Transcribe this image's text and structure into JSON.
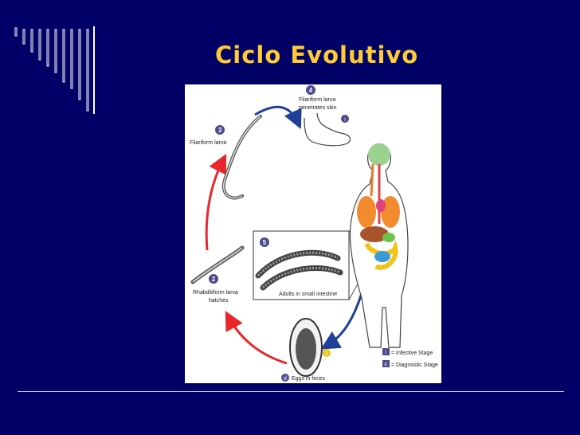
{
  "slide": {
    "title": "Ciclo Evolutivo"
  },
  "diagram": {
    "step4_number": "4",
    "step4_caption_1": "Filariform larva",
    "step4_caption_2": "penetrates skin",
    "step3_number": "3",
    "step3_caption": "Filariform larva",
    "step2_number": "2",
    "step2_caption_1": "Rhabditiform larva",
    "step2_caption_2": "hatches",
    "step1_number": "1",
    "step5_number": "5",
    "inset_caption": "Adults in small intestine",
    "eggs_number": "d",
    "eggs_caption": "Eggs in feces",
    "infective_marker": "i",
    "legend_infective_icon": "i",
    "legend_infective": "= Infective Stage",
    "legend_diagnostic_icon": "d",
    "legend_diagnostic": "= Diagnostic Stage"
  },
  "colors": {
    "background": "#000066",
    "title": "#ffcc33",
    "arrow_red": "#e8262b",
    "arrow_blue": "#1f3f99",
    "marker": "#4a4a8c"
  }
}
